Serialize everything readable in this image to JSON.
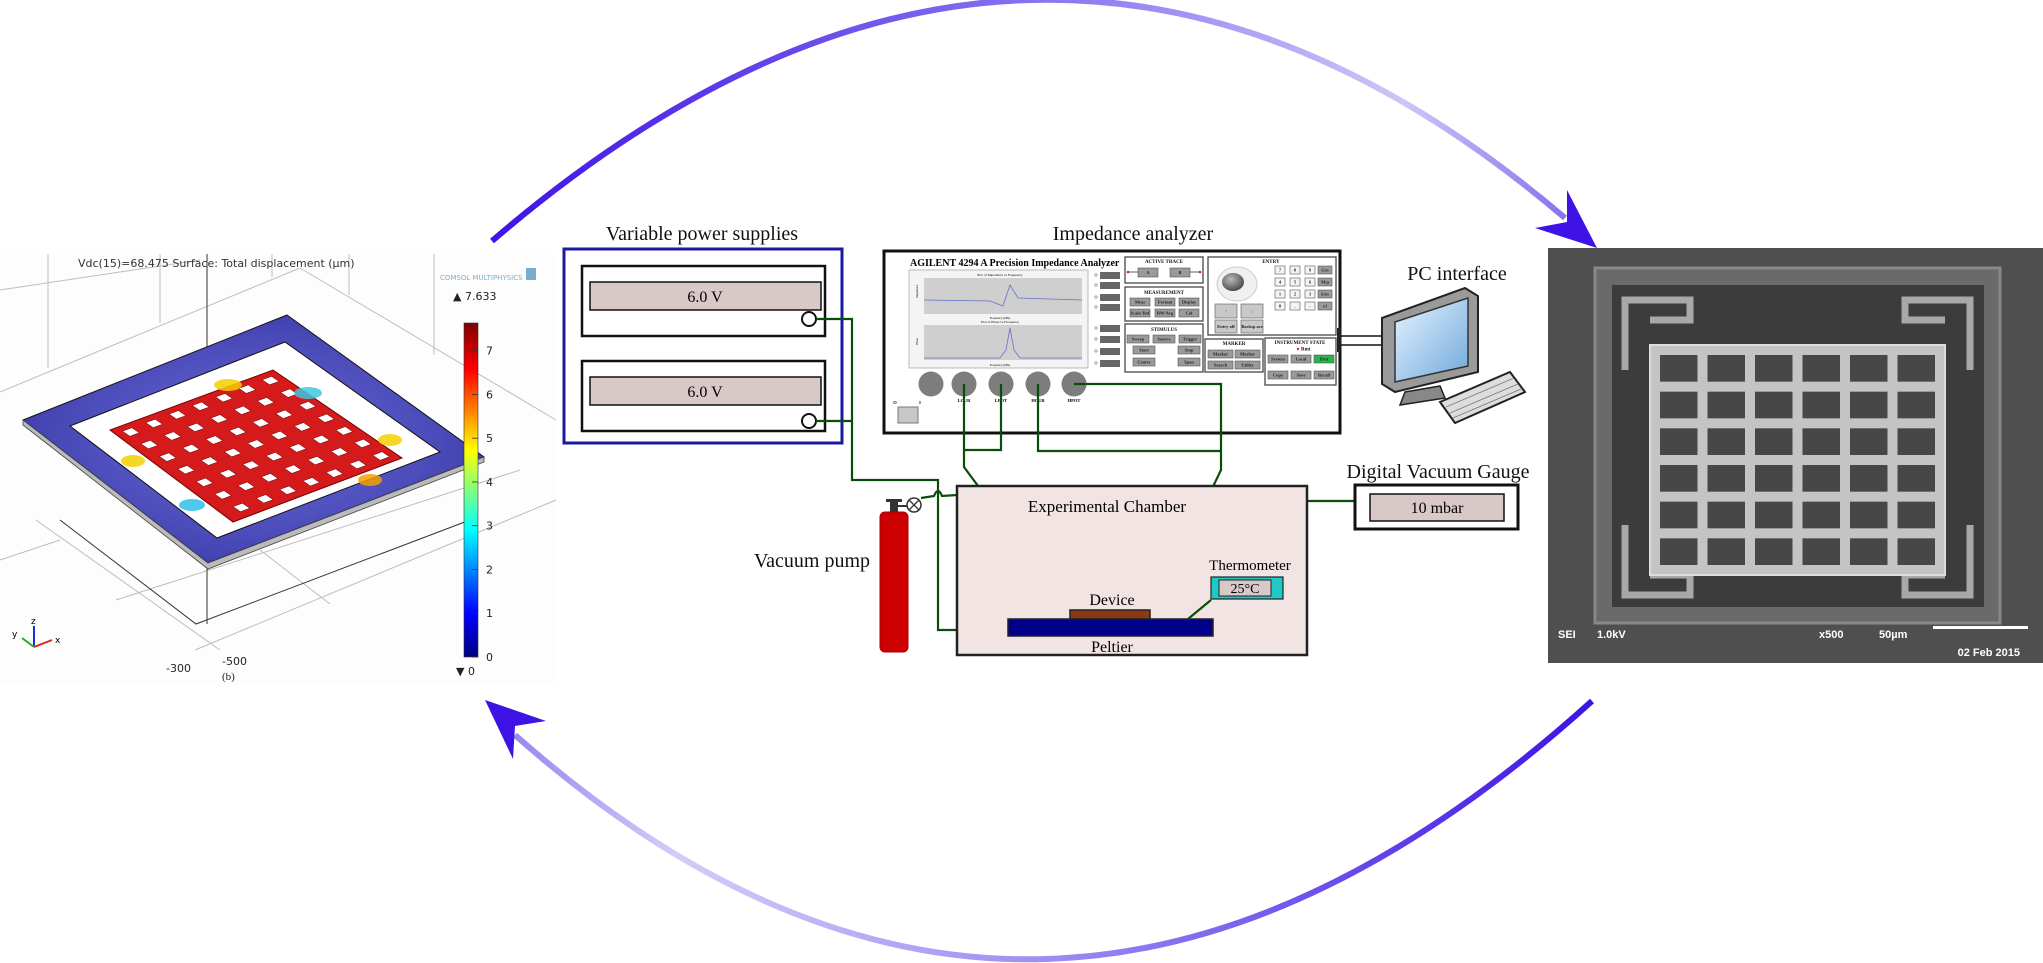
{
  "simulation": {
    "title": "Vdc(15)=68.475   Surface: Total displacement (µm)",
    "logo": "COMSOL MULTIPHYSICS",
    "max_label": "▲ 7.633",
    "min_label": "▼ 0",
    "colorbar_max": 7.633,
    "colorbar_ticks": [
      "0",
      "1",
      "2",
      "3",
      "4",
      "5",
      "6",
      "7"
    ],
    "axis_tick_labels": [
      "-300",
      "-500"
    ],
    "caption": "(b)",
    "axes": {
      "x": "x",
      "y": "y",
      "z": "z"
    }
  },
  "power_supplies": {
    "label": "Variable power supplies",
    "displays": [
      "6.0 V",
      "6.0 V"
    ]
  },
  "analyzer": {
    "label": "Impedance analyzer",
    "model": "AGILENT 4294 A Precision Impedance Analyzer",
    "plots": [
      {
        "title": "Plot of Impedance vs Frequency",
        "ylabel": "Impedance",
        "xlabel": "Frequency (kHz)"
      },
      {
        "title": "Plot of Phase vs Frequency",
        "ylabel": "Phase",
        "xlabel": "Frequency (kHz)"
      }
    ],
    "active_trace": {
      "title": "ACTIVE TRACE",
      "buttons": [
        "A",
        "B"
      ]
    },
    "measurement": {
      "title": "MEASUREMENT",
      "buttons": [
        "Meas",
        "Format",
        "Display",
        "Scale/ Ref",
        "BW/Avg",
        "Cal"
      ]
    },
    "stimulus": {
      "title": "STIMULUS",
      "buttons": [
        "Sweep",
        "Source",
        "Trigger",
        "Start",
        "Stop",
        "Centre",
        "Span"
      ]
    },
    "entry": {
      "title": "ENTRY",
      "keys": [
        "7",
        "8",
        "9",
        "4",
        "5",
        "6",
        "1",
        "2",
        "3",
        "0",
        ".",
        "-"
      ],
      "units": [
        "G/n",
        "M/µ",
        "k/m",
        "x1"
      ],
      "arrows": [
        "↑",
        "↓"
      ],
      "entry_off": "Entry off",
      "backspace": "Backsp ace"
    },
    "marker": {
      "title": "MARKER",
      "buttons": [
        "Marker",
        "Marker",
        "Search",
        "Utility"
      ]
    },
    "instrument_state": {
      "title": "INSTRUMENT STATE",
      "indicator": "Rmt",
      "buttons": [
        "System",
        "Local",
        "Pret",
        "Copy",
        "Save",
        "Recall"
      ]
    },
    "ports": [
      "LCUR",
      "LPOT",
      "HCUR",
      "HPOT"
    ],
    "switch": [
      "O",
      "I"
    ]
  },
  "pc": {
    "label": "PC interface"
  },
  "vacuum_gauge": {
    "label": "Digital Vacuum Gauge",
    "reading": "10 mbar"
  },
  "vacuum_pump": {
    "label": "Vacuum pump"
  },
  "chamber": {
    "label": "Experimental Chamber",
    "device": "Device",
    "peltier": "Peltier",
    "thermometer_label": "Thermometer",
    "temperature": "25°C"
  },
  "sem": {
    "detector": "SEI",
    "voltage": "1.0kV",
    "magnification": "x500",
    "scale": "50µm",
    "date": "02 Feb 2015"
  },
  "colors": {
    "arrow": "#3f12e6",
    "wire": "#0b4d0b",
    "power_box": "#1a1aa0",
    "chamber_fill": "#f3e4e4",
    "peltier": "#00008b",
    "device": "#8b3a12",
    "cylinder": "#cc0000",
    "thermometer": "#20c8c8",
    "pret_button": "#2ab24a"
  }
}
